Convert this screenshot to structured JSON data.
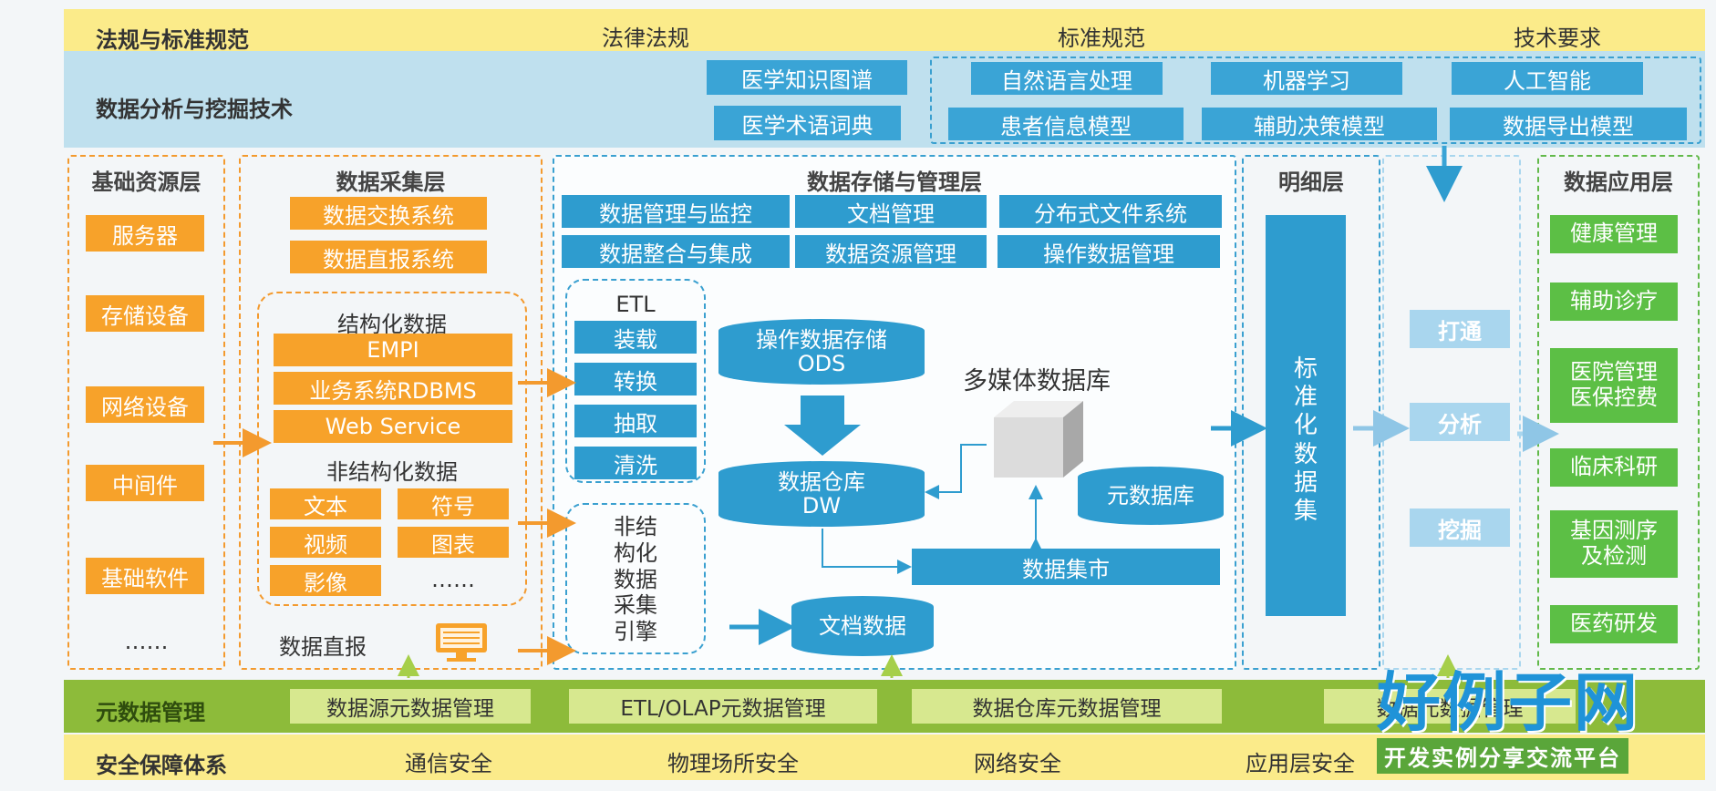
{
  "top_band": {
    "title": "法规与标准规范",
    "items": [
      "法律法规",
      "标准规范",
      "技术要求"
    ]
  },
  "analysis_band": {
    "title": "数据分析与挖掘技术",
    "left_items": [
      "医学知识图谱",
      "医学术语词典"
    ],
    "right_items": [
      "自然语言处理",
      "机器学习",
      "人工智能",
      "患者信息模型",
      "辅助决策模型",
      "数据导出模型"
    ]
  },
  "base_layer": {
    "title": "基础资源层",
    "items": [
      "服务器",
      "存储设备",
      "网络设备",
      "中间件",
      "基础软件"
    ],
    "more": "……"
  },
  "collect_layer": {
    "title": "数据采集层",
    "systems": [
      "数据交换系统",
      "数据直报系统"
    ],
    "structured_title": "结构化数据",
    "structured_items": [
      "EMPI",
      "业务系统RDBMS",
      "Web Service"
    ],
    "unstructured_title": "非结构化数据",
    "unstructured_items": [
      "文本",
      "符号",
      "视频",
      "图表",
      "影像",
      "……"
    ],
    "direct_report": "数据直报"
  },
  "storage_layer": {
    "title": "数据存储与管理层",
    "top_boxes": [
      "数据管理与监控",
      "文档管理",
      "分布式文件系统",
      "数据整合与集成",
      "数据资源管理",
      "操作数据管理"
    ],
    "etl_title": "ETL",
    "etl_items": [
      "装载",
      "转换",
      "抽取",
      "清洗"
    ],
    "unstructured_engine": "非结构化数据采集引擎",
    "ods": "操作数据存储 ODS",
    "dw": "数据仓库 DW",
    "multimedia": "多媒体数据库",
    "metadata_db": "元数据库",
    "data_mart": "数据集市",
    "doc_data": "文档数据"
  },
  "detail_layer": {
    "title": "明细层",
    "dataset": "标准化数据集"
  },
  "process": {
    "items": [
      "打通",
      "分析",
      "挖掘"
    ]
  },
  "app_layer": {
    "title": "数据应用层",
    "items": [
      "健康管理",
      "辅助诊疗",
      "医院管理\n医保控费",
      "临床科研",
      "基因测序\n及检测",
      "医药研发"
    ]
  },
  "metadata_band": {
    "title": "元数据管理",
    "items": [
      "数据源元数据管理",
      "ETL/OLAP元数据管理",
      "数据仓库元数据管理",
      "数据元数据管理"
    ]
  },
  "security_band": {
    "title": "安全保障体系",
    "items": [
      "通信安全",
      "物理场所安全",
      "网络安全",
      "应用层安全"
    ]
  },
  "watermark": {
    "brand": "好例子网",
    "slogan": "开发实例分享交流平台"
  },
  "colors": {
    "blue": "#2e9ccf",
    "orange": "#f7a22a",
    "green": "#5cbf45",
    "yellow": "#fbeb8a"
  }
}
